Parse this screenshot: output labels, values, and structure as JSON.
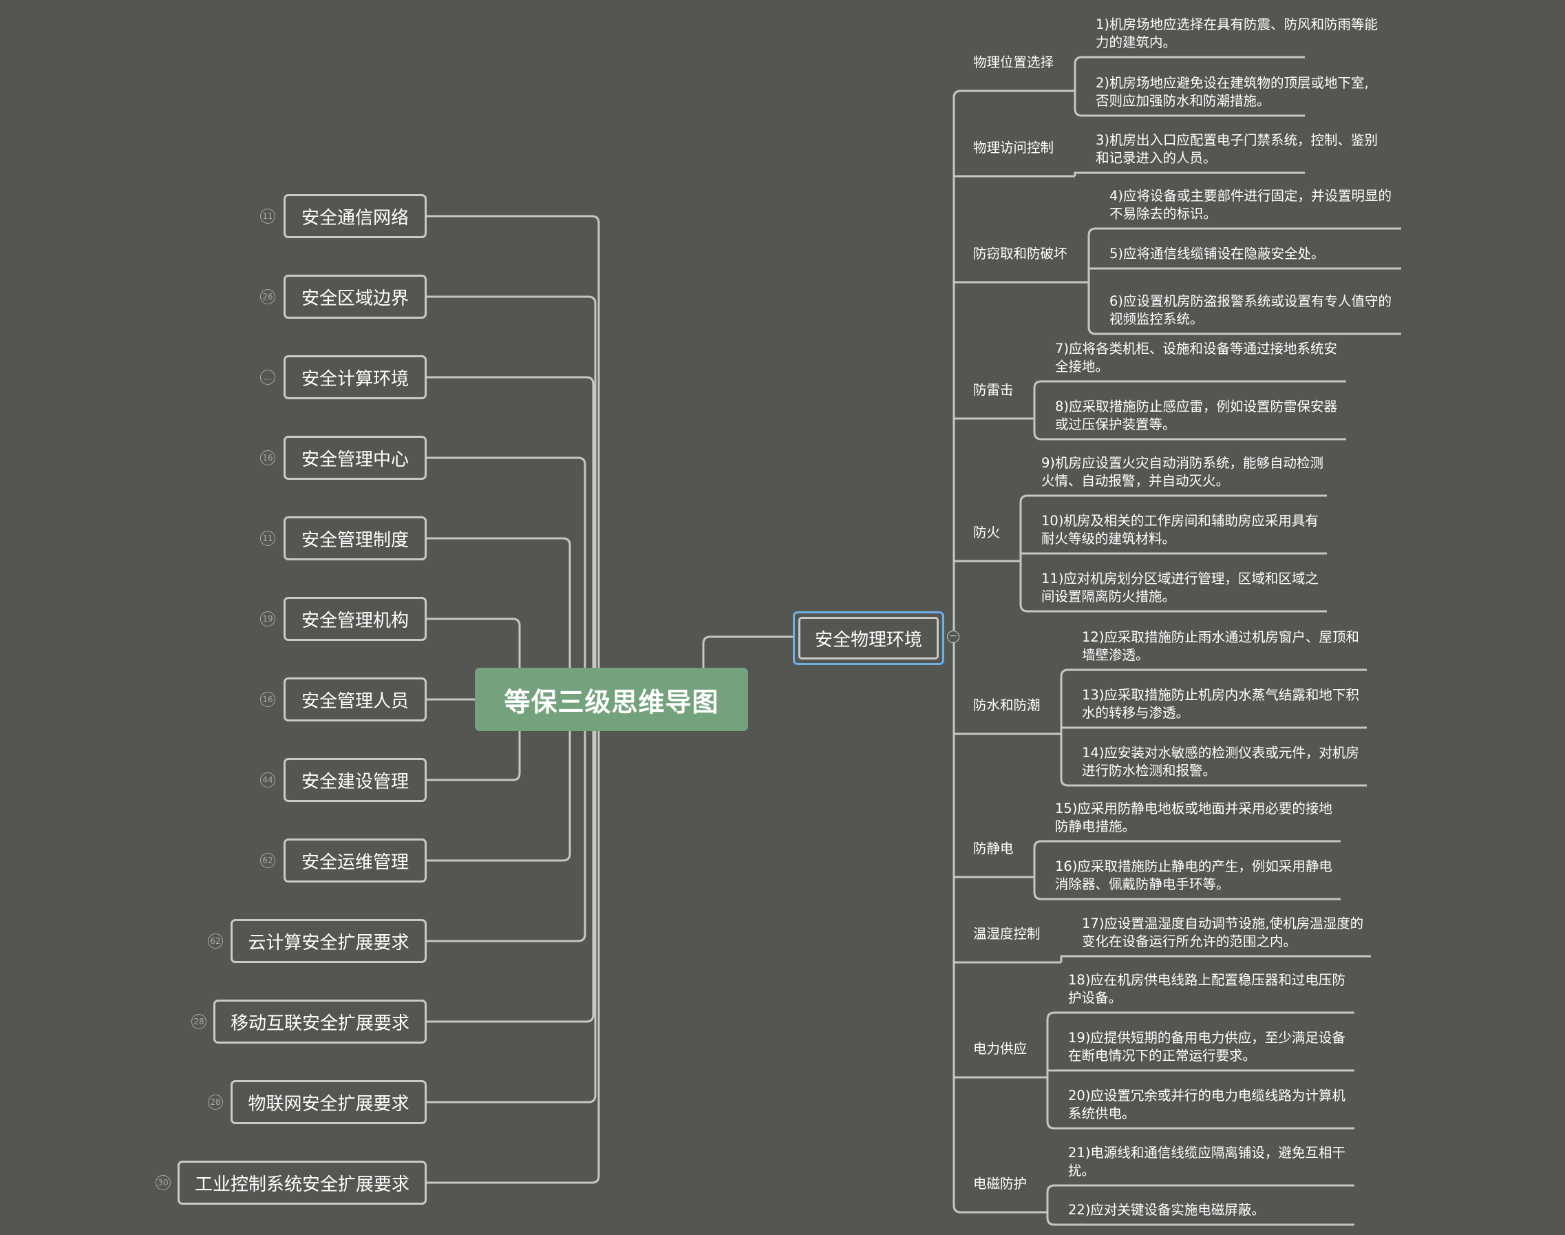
{
  "root": {
    "label": "等保三级思维导图"
  },
  "left_branches": [
    {
      "label": "安全通信网络",
      "count": "11"
    },
    {
      "label": "安全区域边界",
      "count": "26"
    },
    {
      "label": "安全计算环境",
      "count": "..."
    },
    {
      "label": "安全管理中心",
      "count": "16"
    },
    {
      "label": "安全管理制度",
      "count": "11"
    },
    {
      "label": "安全管理机构",
      "count": "19"
    },
    {
      "label": "安全管理人员",
      "count": "16"
    },
    {
      "label": "安全建设管理",
      "count": "44"
    },
    {
      "label": "安全运维管理",
      "count": "62"
    },
    {
      "label": "云计算安全扩展要求",
      "count": "62"
    },
    {
      "label": "移动互联安全扩展要求",
      "count": "28"
    },
    {
      "label": "物联网安全扩展要求",
      "count": "28"
    },
    {
      "label": "工业控制系统安全扩展要求",
      "count": "30"
    }
  ],
  "right_branch": {
    "label": "安全物理环境",
    "categories": [
      {
        "label": "物理位置选择",
        "items": [
          {
            "lines": [
              "1)机房场地应选择在具有防震、防风和防雨等能",
              "力的建筑内。"
            ]
          },
          {
            "lines": [
              "2)机房场地应避免设在建筑物的顶层或地下室,",
              "否则应加强防水和防潮措施。"
            ]
          }
        ]
      },
      {
        "label": "物理访问控制",
        "items": [
          {
            "lines": [
              "3)机房出入口应配置电子门禁系统，控制、鉴别",
              "和记录进入的人员。"
            ]
          }
        ]
      },
      {
        "label": "防窃取和防破坏",
        "items": [
          {
            "lines": [
              "4)应将设备或主要部件进行固定，并设置明显的",
              "不易除去的标识。"
            ]
          },
          {
            "lines": [
              "5)应将通信线缆铺设在隐蔽安全处。"
            ]
          },
          {
            "lines": [
              "6)应设置机房防盗报警系统或设置有专人值守的",
              "视频监控系统。"
            ]
          }
        ]
      },
      {
        "label": "防雷击",
        "items": [
          {
            "lines": [
              "7)应将各类机柜、设施和设备等通过接地系统安",
              "全接地。"
            ]
          },
          {
            "lines": [
              "8)应采取措施防止感应雷，例如设置防雷保安器",
              "或过压保护装置等。"
            ]
          }
        ]
      },
      {
        "label": "防火",
        "items": [
          {
            "lines": [
              "9)机房应设置火灾自动消防系统，能够自动检测",
              "火情、自动报警，并自动灭火。"
            ]
          },
          {
            "lines": [
              "10)机房及相关的工作房间和辅助房应采用具有",
              "耐火等级的建筑材料。"
            ]
          },
          {
            "lines": [
              "11)应对机房划分区域进行管理，区域和区域之",
              "间设置隔离防火措施。"
            ]
          }
        ]
      },
      {
        "label": "防水和防潮",
        "items": [
          {
            "lines": [
              "12)应采取措施防止雨水通过机房窗户、屋顶和",
              "墙壁渗透。"
            ]
          },
          {
            "lines": [
              "13)应采取措施防止机房内水蒸气结露和地下积",
              "水的转移与渗透。"
            ]
          },
          {
            "lines": [
              "14)应安装对水敏感的检测仪表或元件，对机房",
              "进行防水检测和报警。"
            ]
          }
        ]
      },
      {
        "label": "防静电",
        "items": [
          {
            "lines": [
              "15)应采用防静电地板或地面并采用必要的接地",
              "防静电措施。"
            ]
          },
          {
            "lines": [
              "16)应采取措施防止静电的产生，例如采用静电",
              "消除器、佩戴防静电手环等。"
            ]
          }
        ]
      },
      {
        "label": "温湿度控制",
        "items": [
          {
            "lines": [
              "17)应设置温湿度自动调节设施,使机房温湿度的",
              "变化在设备运行所允许的范围之内。"
            ]
          }
        ]
      },
      {
        "label": "电力供应",
        "items": [
          {
            "lines": [
              "18)应在机房供电线路上配置稳压器和过电压防",
              "护设备。"
            ]
          },
          {
            "lines": [
              "19)应提供短期的备用电力供应，至少满足设备",
              "在断电情况下的正常运行要求。"
            ]
          },
          {
            "lines": [
              "20)应设置冗余或并行的电力电缆线路为计算机",
              "系统供电。"
            ]
          }
        ]
      },
      {
        "label": "电磁防护",
        "items": [
          {
            "lines": [
              "21)电源线和通信线缆应隔离铺设，避免互相干",
              "扰。"
            ]
          },
          {
            "lines": [
              "22)应对关键设备实施电磁屏蔽。"
            ]
          }
        ]
      }
    ]
  }
}
